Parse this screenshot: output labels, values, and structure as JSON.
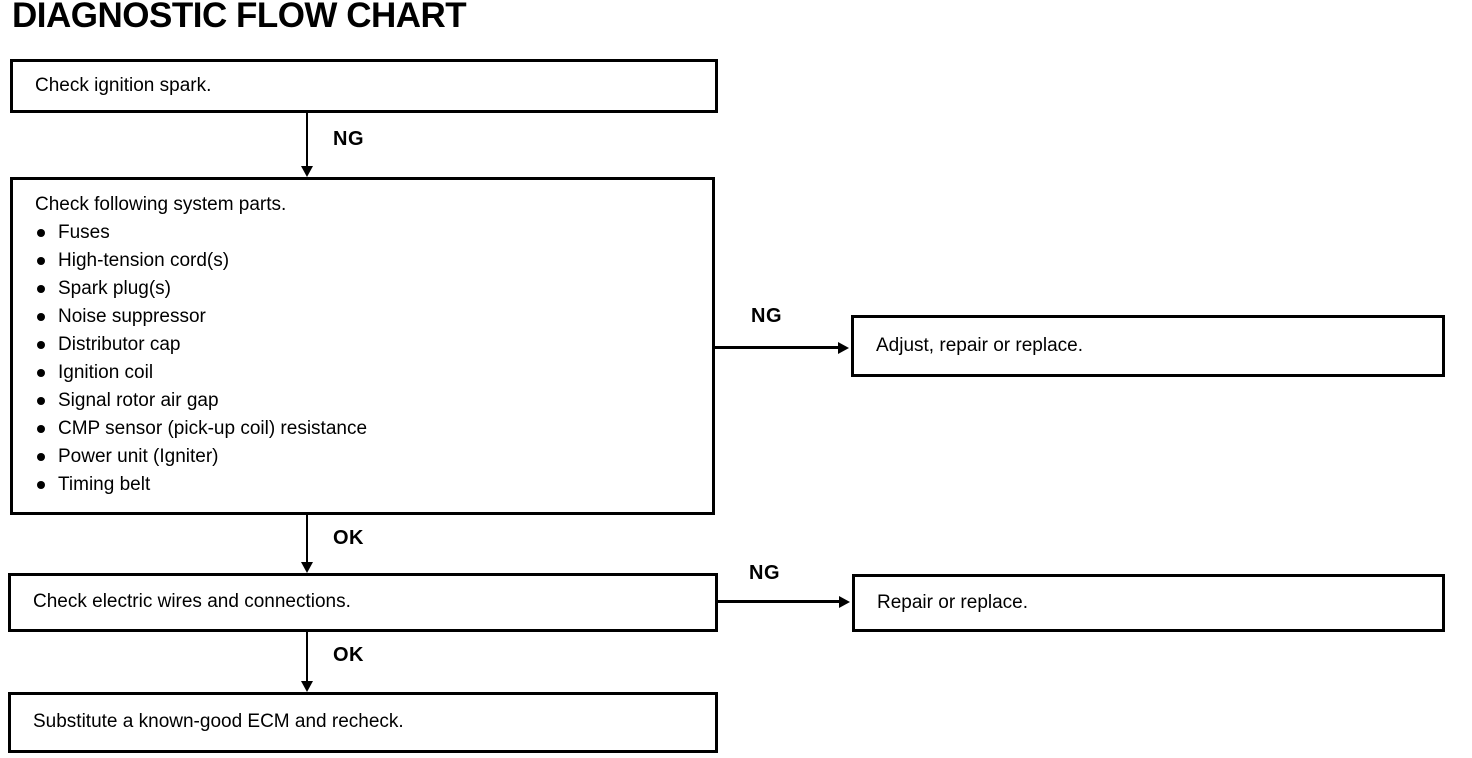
{
  "title": "DIAGNOSTIC FLOW CHART",
  "colors": {
    "ink": "#000000",
    "background": "#ffffff"
  },
  "flow": {
    "steps": [
      {
        "id": "step-1",
        "text": "Check ignition spark."
      },
      {
        "id": "step-2",
        "heading": "Check following system parts.",
        "items": [
          "Fuses",
          "High-tension cord(s)",
          "Spark plug(s)",
          "Noise suppressor",
          "Distributor cap",
          "Ignition coil",
          "Signal rotor air gap",
          "CMP sensor (pick-up coil) resistance",
          "Power unit (Igniter)",
          "Timing belt"
        ]
      },
      {
        "id": "step-3",
        "text": "Check electric wires and connections."
      },
      {
        "id": "step-4",
        "text": "Substitute a known-good ECM and recheck."
      }
    ],
    "actions": [
      {
        "id": "action-1",
        "text": "Adjust, repair or replace."
      },
      {
        "id": "action-2",
        "text": "Repair or replace."
      }
    ],
    "connectors": [
      {
        "from": "step-1",
        "to": "step-2",
        "label": "NG"
      },
      {
        "from": "step-2",
        "to": "action-1",
        "label": "NG"
      },
      {
        "from": "step-2",
        "to": "step-3",
        "label": "OK"
      },
      {
        "from": "step-3",
        "to": "action-2",
        "label": "NG"
      },
      {
        "from": "step-3",
        "to": "step-4",
        "label": "OK"
      }
    ]
  }
}
